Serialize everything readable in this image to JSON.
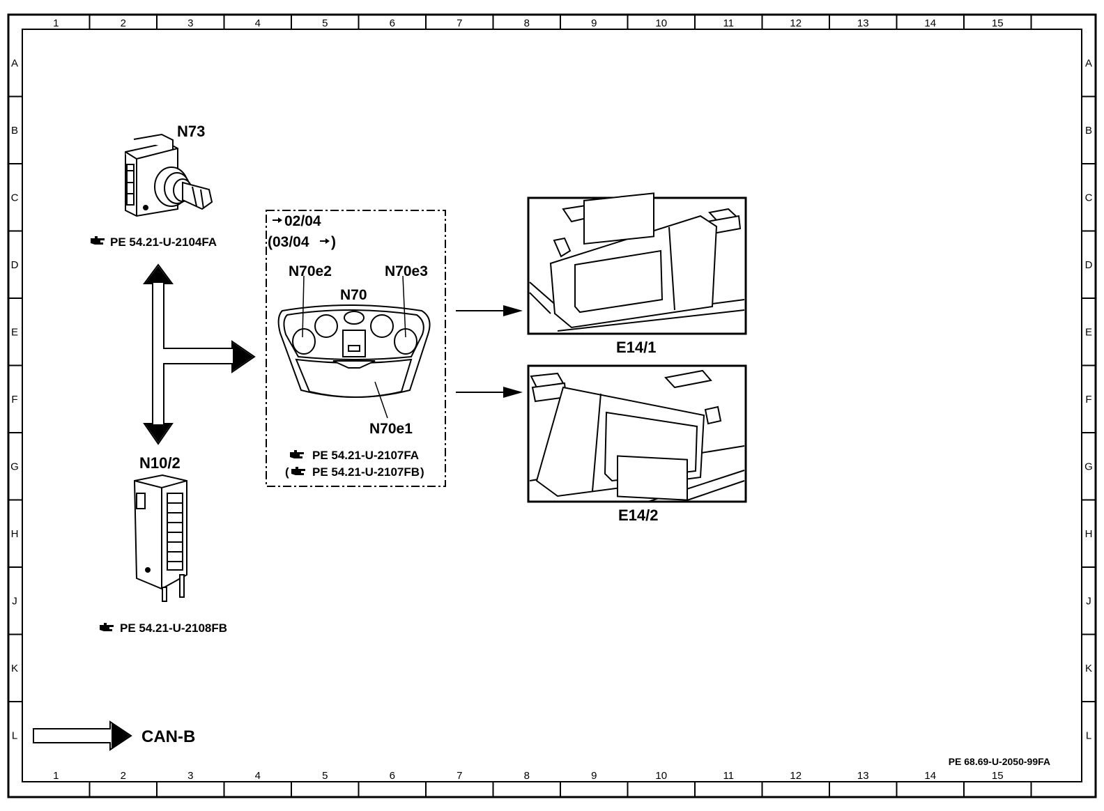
{
  "frame": {
    "columns": [
      "1",
      "2",
      "3",
      "4",
      "5",
      "6",
      "7",
      "8",
      "9",
      "10",
      "11",
      "12",
      "13",
      "14",
      "15"
    ],
    "rows": [
      "A",
      "B",
      "C",
      "D",
      "E",
      "F",
      "G",
      "H",
      "J",
      "K",
      "L"
    ]
  },
  "components": {
    "n73": {
      "label": "N73",
      "ref": "PE  54.21-U-2104FA"
    },
    "n10_2": {
      "label": "N10/2",
      "ref": "PE  54.21-U-2108FB"
    },
    "n70": {
      "label": "N70",
      "version_from": "02/04",
      "version_until": "(03/04",
      "version_until_close": ")",
      "e1": "N70e1",
      "e2": "N70e2",
      "e3": "N70e3",
      "ref1": "PE  54.21-U-2107FA",
      "ref2": "PE  54.21-U-2107FB",
      "ref2_open": "(",
      "ref2_close": ")"
    },
    "e14_1": {
      "label": "E14/1"
    },
    "e14_2": {
      "label": "E14/2"
    }
  },
  "legend": {
    "label": "CAN-B"
  },
  "document_id": "PE 68.69-U-2050-99FA",
  "icons": {
    "reference": "pointing-hand-icon",
    "version_arrow": "arrow-right-icon"
  }
}
